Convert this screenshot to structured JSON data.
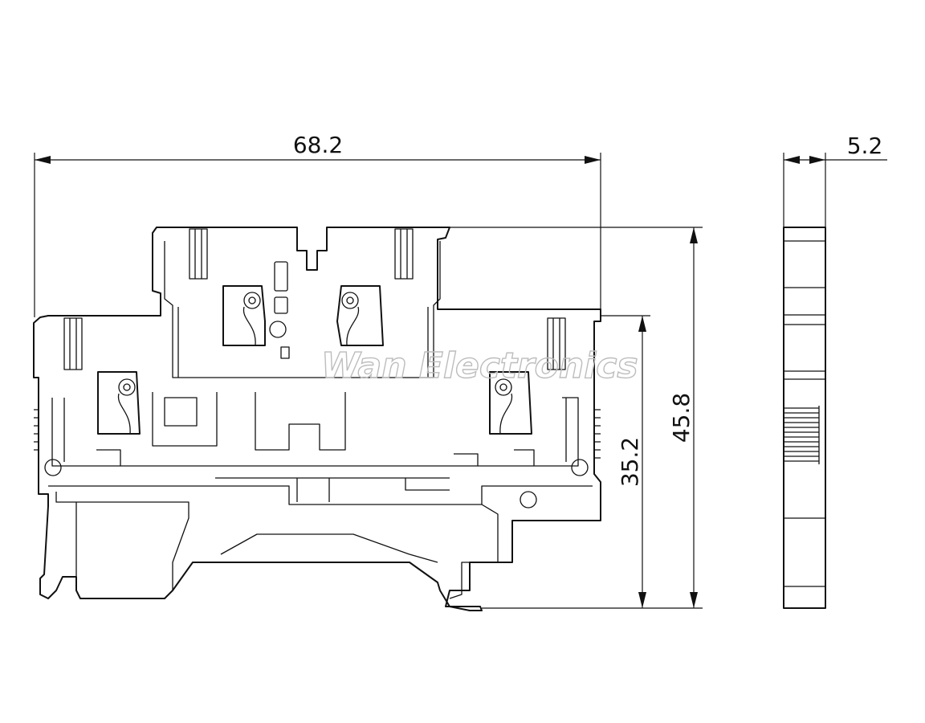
{
  "dimensions": {
    "overall_width": "68.2",
    "overall_height": "45.8",
    "rail_height": "35.2",
    "side_thickness": "5.2"
  },
  "watermark": "Wan Electronics"
}
